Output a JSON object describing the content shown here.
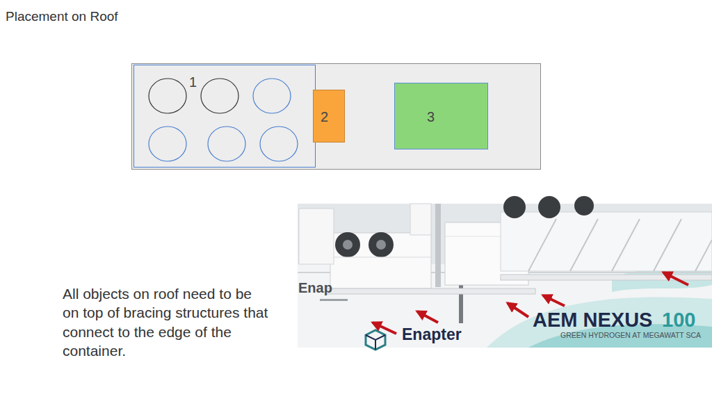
{
  "diagram": {
    "title": "Placement on Roof",
    "nodes": [
      {
        "text": [
          "1"
        ]
      },
      {
        "text": [
          "2"
        ]
      },
      {
        "text": [
          "3"
        ]
      }
    ],
    "labels": [
      "All objects on roof need to be on top of bracing structures that connect to the edge of the container.",
      "Enap",
      "Enapter",
      "AEM NEXUS",
      "100",
      "GREEN HYDROGEN AT MEGAWATT SCA"
    ]
  }
}
